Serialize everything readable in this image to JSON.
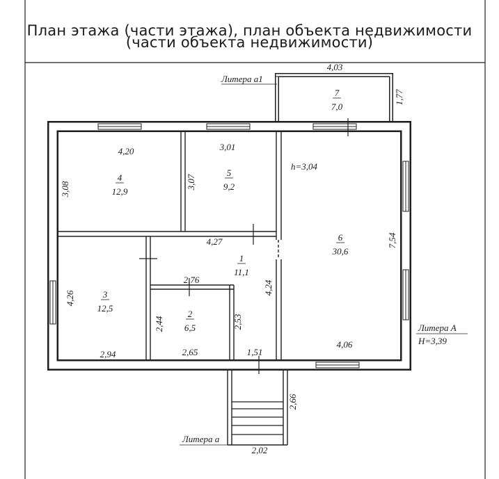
{
  "title": {
    "line1": "План этажа (части этажа), план объекта недвижимости",
    "line2": "(части объекта недвижимости)"
  },
  "rooms": [
    {
      "number": "1",
      "area": "11,1"
    },
    {
      "number": "2",
      "area": "6,5"
    },
    {
      "number": "3",
      "area": "12,5"
    },
    {
      "number": "4",
      "area": "12,9"
    },
    {
      "number": "5",
      "area": "9,2"
    },
    {
      "number": "6",
      "area": "30,6"
    },
    {
      "number": "7",
      "area": "7,0"
    }
  ],
  "dimensions": {
    "d403": "4,03",
    "d177": "1,77",
    "d420": "4,20",
    "d301": "3,01",
    "d308": "3,08",
    "d307": "3,07",
    "d427": "4,27",
    "d754": "7,54",
    "d276": "2,76",
    "d424": "4,24",
    "d426": "4,26",
    "d244": "2,44",
    "d253": "2,53",
    "d294": "2,94",
    "d265": "2,65",
    "d151": "1,51",
    "d406": "4,06",
    "d266": "2,66",
    "d202": "2,02"
  },
  "labels": {
    "litera_a1": "Литера а1",
    "litera_A": "Литера А",
    "height_main": "H=3,39",
    "height_room6": "h=3,04",
    "litera_a": "Литера а"
  },
  "colors": {
    "line": "#1f1f1f",
    "paper": "#ffffff"
  }
}
